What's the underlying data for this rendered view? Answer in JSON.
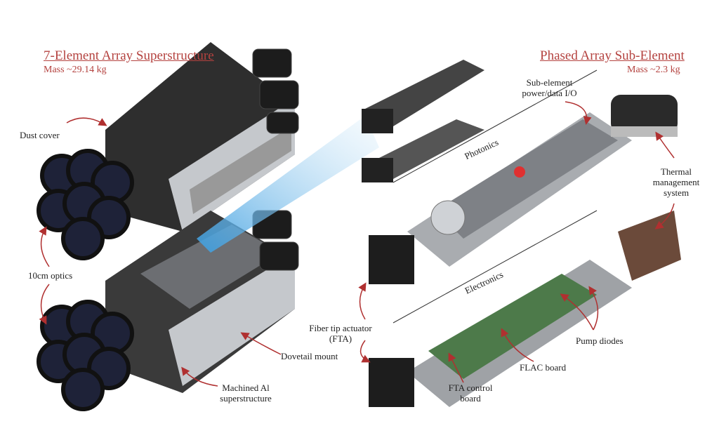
{
  "left": {
    "title": "7-Element Array Superstructure",
    "mass": "Mass ~29.14 kg"
  },
  "right": {
    "title": "Phased Array Sub-Element",
    "mass": "Mass ~2.3 kg"
  },
  "labels": {
    "dust_cover": "Dust cover",
    "optics": "10cm optics",
    "dovetail": "Dovetail mount",
    "machined_al": "Machined Al superstructure",
    "power_io": "Sub-element power/data I/O",
    "photonics": "Photonics",
    "thermal": "Thermal management system",
    "electronics": "Electronics",
    "fta": "Fiber tip actuator (FTA)",
    "pump": "Pump diodes",
    "flac": "FLAC board",
    "fta_board": "FTA control board"
  },
  "colors": {
    "accent": "#b4423f",
    "arrow": "#b03030",
    "body": "#2b2b2b",
    "metal": "#b9bcc0",
    "beam": "#5fb4e6"
  }
}
